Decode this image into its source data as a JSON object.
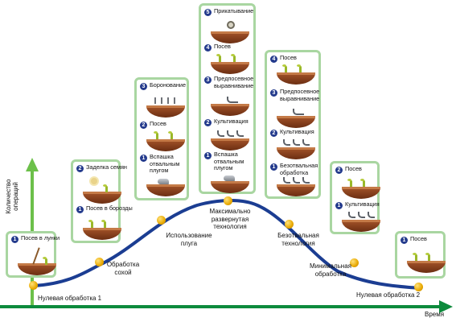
{
  "axes": {
    "y_label_line1": "Количество",
    "y_label_line2": "операций",
    "x_label": "Время",
    "y_color": "#6cc04a",
    "x_color": "#0d8a3c",
    "curve_color": "#1b3d92"
  },
  "endpoints": {
    "start": "Нулевая обработка 1",
    "end": "Нулевая обработка 2"
  },
  "stages": [
    {
      "line1": "Обработка",
      "line2": "сохой",
      "line3": ""
    },
    {
      "line1": "Использование",
      "line2": "плуга",
      "line3": ""
    },
    {
      "line1": "Максимально",
      "line2": "развернутая",
      "line3": "технология"
    },
    {
      "line1": "Безотвальная",
      "line2": "технология",
      "line3": ""
    },
    {
      "line1": "Минимальная",
      "line2": "обработка",
      "line3": ""
    }
  ],
  "cards": [
    {
      "steps": [
        {
          "n": "1",
          "label": "Посев в лунки"
        }
      ]
    },
    {
      "steps": [
        {
          "n": "2",
          "label": "Заделка семян"
        },
        {
          "n": "1",
          "label": "Посев в борозды"
        }
      ]
    },
    {
      "steps": [
        {
          "n": "3",
          "label": "Боронование"
        },
        {
          "n": "2",
          "label": "Посев"
        },
        {
          "n": "1",
          "label": "Вспашка отвальным плугом"
        }
      ]
    },
    {
      "steps": [
        {
          "n": "5",
          "label": "Прикатывание"
        },
        {
          "n": "4",
          "label": "Посев"
        },
        {
          "n": "3",
          "label": "Предпосевное выравнивание"
        },
        {
          "n": "2",
          "label": "Культивация"
        },
        {
          "n": "1",
          "label": "Вспашка отвальным плугом"
        }
      ]
    },
    {
      "steps": [
        {
          "n": "4",
          "label": "Посев"
        },
        {
          "n": "3",
          "label": "Предпосевное выравнивание"
        },
        {
          "n": "2",
          "label": "Культивация"
        },
        {
          "n": "1",
          "label": "Безотвальная обработка"
        }
      ]
    },
    {
      "steps": [
        {
          "n": "2",
          "label": "Посев"
        },
        {
          "n": "1",
          "label": "Культивация"
        }
      ]
    },
    {
      "steps": [
        {
          "n": "1",
          "label": "Посев"
        }
      ]
    }
  ]
}
